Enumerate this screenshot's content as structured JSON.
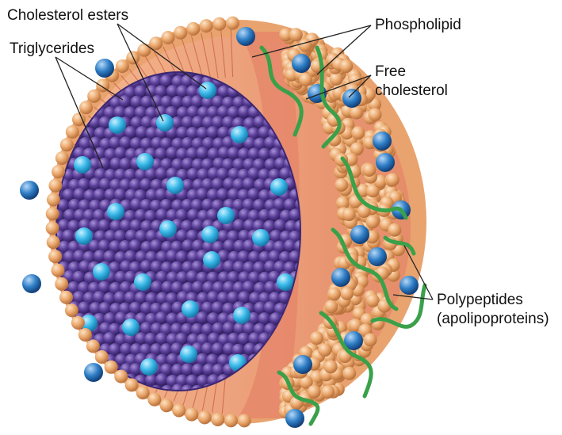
{
  "labels": {
    "cholesterol_esters": "Cholesterol esters",
    "triglycerides": "Triglycerides",
    "phospholipid": "Phospholipid",
    "free_cholesterol_line1": "Free",
    "free_cholesterol_line2": "cholesterol",
    "polypeptides_line1": "Polypeptides",
    "polypeptides_line2": "(apolipoproteins)"
  },
  "colors": {
    "phospholipid_head": "#e8a56a",
    "phospholipid_tail": "#e07e66",
    "cross_section_face": "#f0a283",
    "triglyceride": "#5b3f9a",
    "cholesterol_ester": "#35b5e6",
    "free_cholesterol": "#2f7fc8",
    "apolipoprotein": "#3aa04a"
  }
}
